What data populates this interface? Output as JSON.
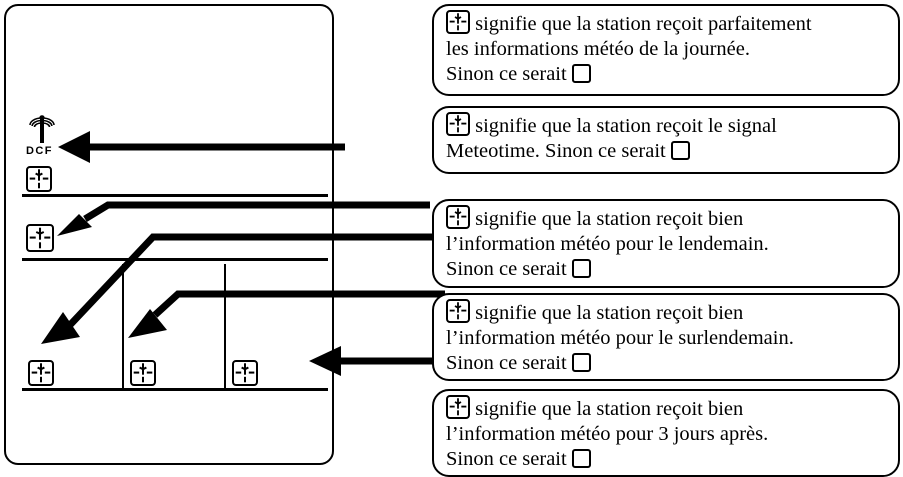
{
  "device": {
    "name": "weather-station-display",
    "dcf_label": "DCF",
    "antenna_icon": "radio-antenna-icon",
    "reception_icon": "weather-reception-icon",
    "rows": [
      {
        "id": "dcf-row",
        "icon": "weather-reception-icon"
      },
      {
        "id": "today-row",
        "icon": "weather-reception-icon"
      },
      {
        "id": "forecast-row",
        "icons": [
          "weather-reception-icon",
          "weather-reception-icon",
          "weather-reception-icon"
        ]
      }
    ]
  },
  "callouts": [
    {
      "id": "callout-today",
      "icon": "weather-reception-icon",
      "empty_icon": "empty-box-icon",
      "line1_after_icon": " signifie que la station reçoit parfaitement",
      "line2": "les informations météo de la journée.",
      "line3_before_box": "Sinon ce serait "
    },
    {
      "id": "callout-meteotime",
      "icon": "weather-reception-icon",
      "empty_icon": "empty-box-icon",
      "line1_after_icon": " signifie que la station reçoit le signal",
      "line2": "",
      "line3_before_box": "Meteotime. Sinon ce serait "
    },
    {
      "id": "callout-lendemain",
      "icon": "weather-reception-icon",
      "empty_icon": "empty-box-icon",
      "line1_after_icon": " signifie que la station reçoit bien",
      "line2": "l’information météo pour le lendemain.",
      "line3_before_box": "Sinon ce serait "
    },
    {
      "id": "callout-surlendemain",
      "icon": "weather-reception-icon",
      "empty_icon": "empty-box-icon",
      "line1_after_icon": " signifie que la station reçoit bien",
      "line2": "l’information météo pour le surlendemain.",
      "line3_before_box": "Sinon ce serait "
    },
    {
      "id": "callout-3jours",
      "icon": "weather-reception-icon",
      "empty_icon": "empty-box-icon",
      "line1_after_icon": " signifie que la station reçoit bien",
      "line2": "l’information météo pour 3 jours après.",
      "line3_before_box": "Sinon ce serait "
    }
  ],
  "colors": {
    "ink": "#000000",
    "paper": "#ffffff"
  }
}
